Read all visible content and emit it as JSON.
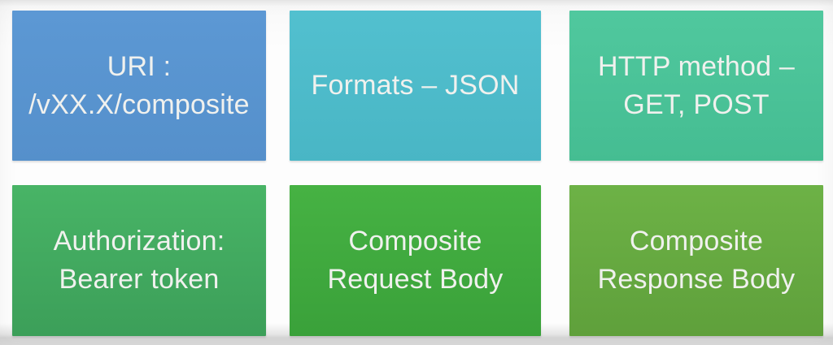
{
  "page": {
    "background_main": "#fdfdfd",
    "background_bottom_strip": "#d6d6d6",
    "text_color": "#f0f1ee"
  },
  "cards": [
    {
      "name": "uri",
      "lines": [
        "URI :",
        "/vXX.X/composite"
      ],
      "colors": {
        "top": "#5c98d4",
        "bottom": "#5590cb"
      }
    },
    {
      "name": "formats",
      "lines": [
        "Formats – JSON"
      ],
      "colors": {
        "top": "#52c0cf",
        "bottom": "#49b6c5"
      }
    },
    {
      "name": "http-method",
      "lines": [
        "HTTP method –",
        "GET, POST"
      ],
      "colors": {
        "top": "#50c89e",
        "bottom": "#45bd92"
      }
    },
    {
      "name": "authorization",
      "lines": [
        "Authorization:",
        "Bearer token"
      ],
      "colors": {
        "top": "#48b466",
        "bottom": "#3c9f59"
      }
    },
    {
      "name": "composite-request-body",
      "lines": [
        "Composite",
        "Request Body"
      ],
      "colors": {
        "top": "#46b243",
        "bottom": "#3aa13a"
      }
    },
    {
      "name": "composite-response-body",
      "lines": [
        "Composite",
        "Response Body"
      ],
      "colors": {
        "top": "#6db246",
        "bottom": "#5fa03b"
      }
    }
  ]
}
